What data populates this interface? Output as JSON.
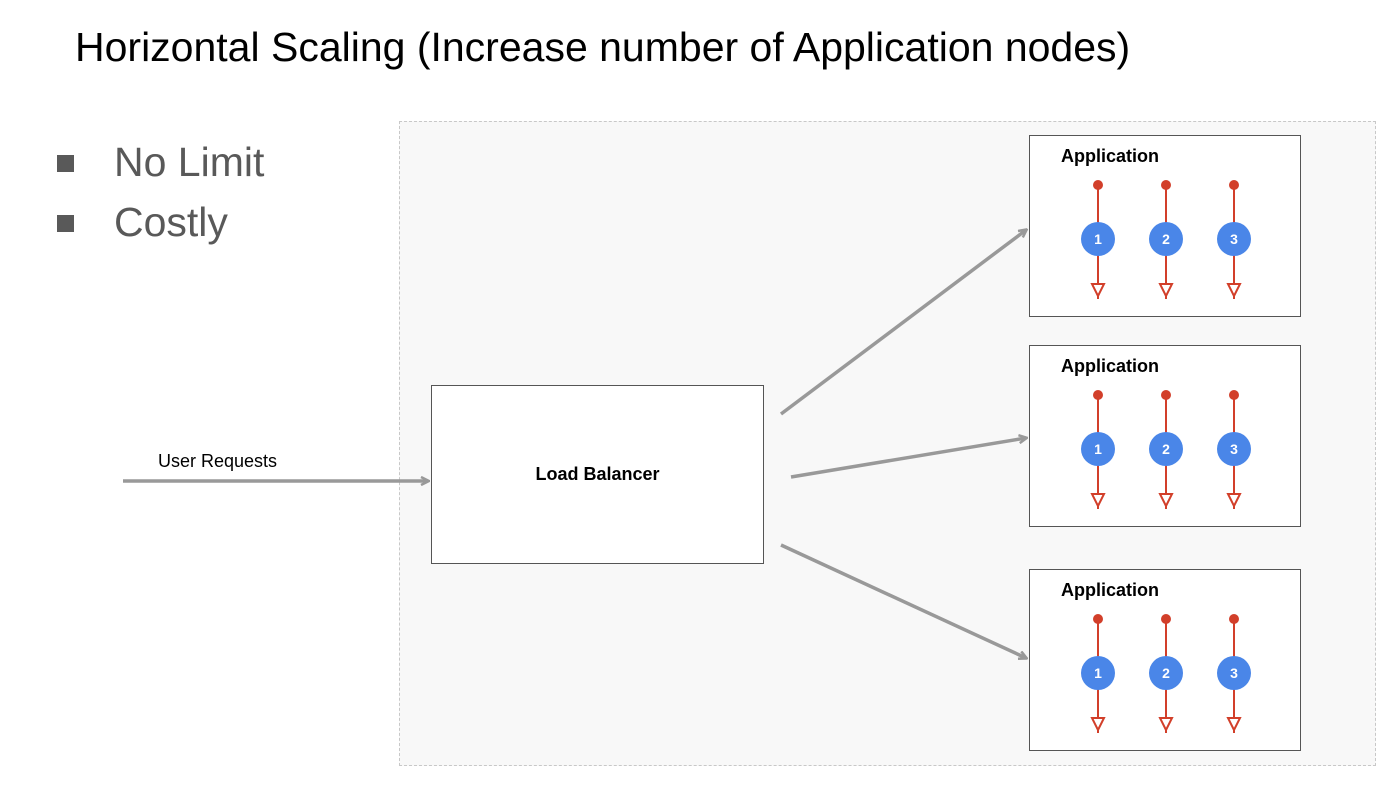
{
  "title": "Horizontal Scaling (Increase number of Application nodes)",
  "bullets": [
    "No Limit",
    "Costly"
  ],
  "diagram": {
    "input_label": "User Requests",
    "load_balancer_label": "Load Balancer",
    "app_nodes": [
      {
        "label": "Application",
        "threads": [
          "1",
          "2",
          "3"
        ]
      },
      {
        "label": "Application",
        "threads": [
          "1",
          "2",
          "3"
        ]
      },
      {
        "label": "Application",
        "threads": [
          "1",
          "2",
          "3"
        ]
      }
    ]
  },
  "colors": {
    "arrow": "#999999",
    "thread_line": "#d23f2a",
    "thread_circle": "#4a86e8",
    "region_fill": "#f8f8f8",
    "bullet_text": "#595959"
  }
}
